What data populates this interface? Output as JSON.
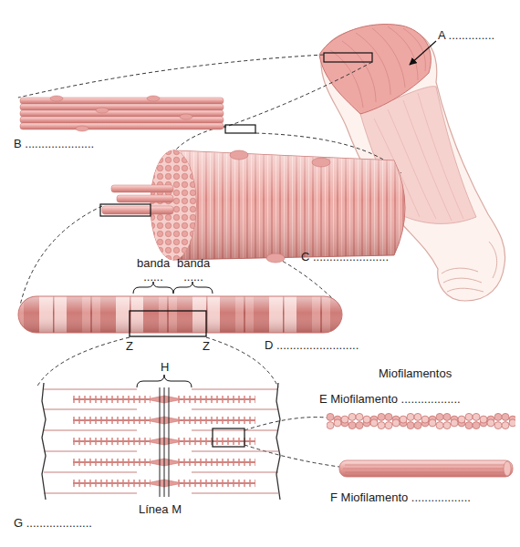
{
  "diagram": {
    "labels": [
      "A ..............",
      "B .....................",
      "C .......................",
      "banda ......",
      "banda ......",
      "Z",
      "Z",
      "D .........................",
      "H",
      "Miofilamentos",
      "E Miofilamento ..................",
      "F Miofilamento ..................",
      "Línea M",
      "G ...................."
    ]
  }
}
